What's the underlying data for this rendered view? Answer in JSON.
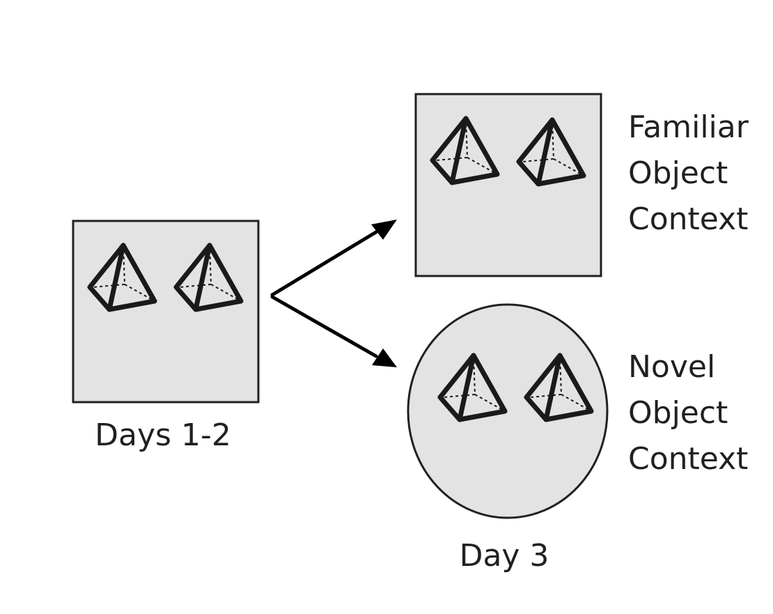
{
  "training": {
    "label": "Days 1-2"
  },
  "test": {
    "label": "Day 3"
  },
  "contexts": {
    "familiar": [
      "Familiar",
      "Object",
      "Context"
    ],
    "novel": [
      "Novel",
      "Object",
      "Context"
    ]
  },
  "colors": {
    "arena_fill": "#e3e3e3",
    "stroke": "#231f20"
  },
  "icons": {
    "object": "pyramid-icon",
    "arrow": "arrow-icon"
  }
}
